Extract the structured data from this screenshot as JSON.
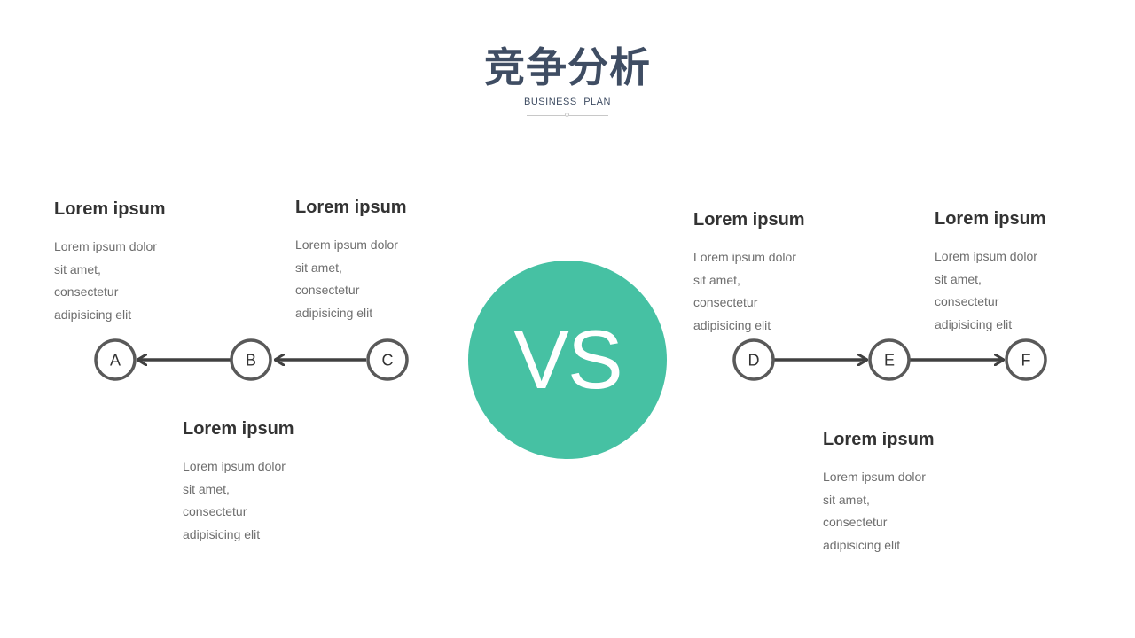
{
  "header": {
    "title": "竞争分析",
    "subtitle": "BUSINESS PLAN"
  },
  "center": {
    "label": "VS",
    "color": "#46c1a3"
  },
  "blocks": [
    {
      "heading": "Lorem ipsum",
      "lines": [
        "Lorem ipsum dolor",
        "sit amet,",
        "consectetur",
        "adipisicing elit"
      ]
    },
    {
      "heading": "Lorem ipsum",
      "lines": [
        "Lorem ipsum dolor",
        "sit amet,",
        "consectetur",
        "adipisicing elit"
      ]
    },
    {
      "heading": "Lorem ipsum",
      "lines": [
        "Lorem ipsum dolor",
        "sit amet,",
        "consectetur",
        "adipisicing elit"
      ]
    },
    {
      "heading": "Lorem ipsum",
      "lines": [
        "Lorem ipsum dolor",
        "sit amet,",
        "consectetur",
        "adipisicing elit"
      ]
    },
    {
      "heading": "Lorem ipsum",
      "lines": [
        "Lorem ipsum dolor",
        "sit amet,",
        "consectetur",
        "adipisicing elit"
      ]
    },
    {
      "heading": "Lorem ipsum",
      "lines": [
        "Lorem ipsum dolor",
        "sit amet,",
        "consectetur",
        "adipisicing elit"
      ]
    }
  ],
  "left_chain": {
    "nodes": [
      "A",
      "B",
      "C"
    ],
    "direction": "right-to-left"
  },
  "right_chain": {
    "nodes": [
      "D",
      "E",
      "F"
    ],
    "direction": "left-to-right"
  },
  "colors": {
    "title": "#3f4d63",
    "heading": "#333333",
    "body": "#6e6e6e",
    "node_stroke": "#595959",
    "arrow": "#404040"
  }
}
